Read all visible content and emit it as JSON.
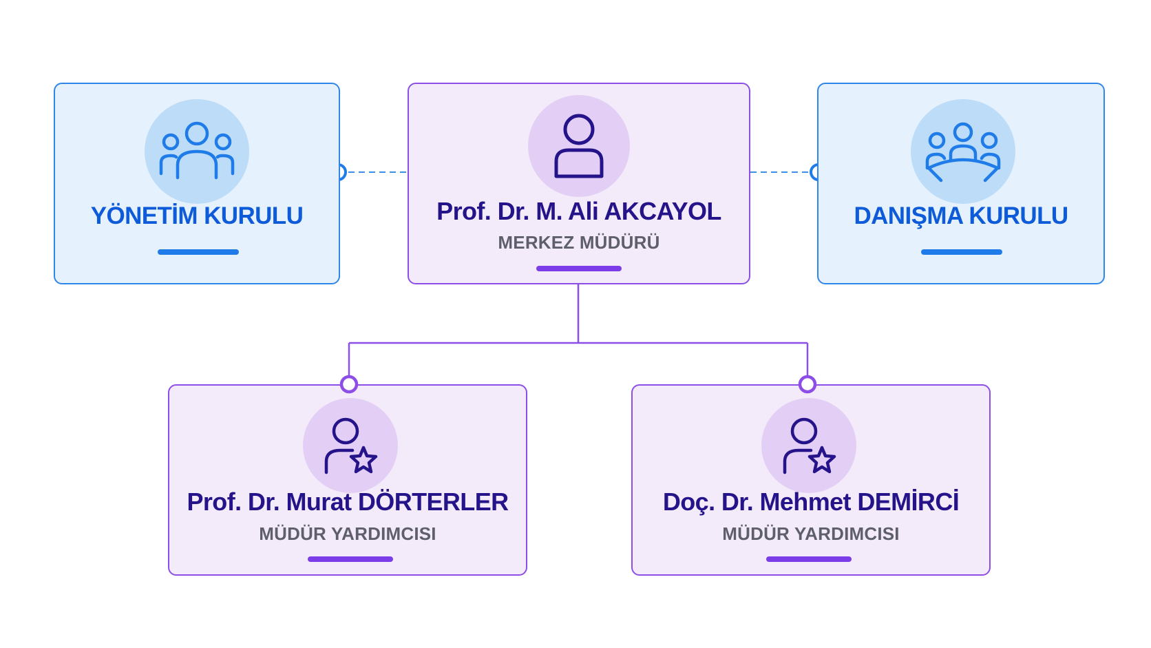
{
  "colors": {
    "blue_accent": "#1e7be8",
    "blue_border": "#2f86ea",
    "blue_fill": "#e5f1fc",
    "blue_text": "#0d5bd8",
    "purple_accent": "#7a3de8",
    "purple_border": "#8c4ee6",
    "purple_fill": "#f3ebfa",
    "name_text": "#25138a",
    "role_text": "#5f5f6b"
  },
  "boards": {
    "management": {
      "label": "YÖNETİM KURULU",
      "icon": "group-icon"
    },
    "advisory": {
      "label": "DANIŞMA KURULU",
      "icon": "meeting-table-icon"
    }
  },
  "director": {
    "name": "Prof. Dr. M. Ali AKCAYOL",
    "role": "MERKEZ MÜDÜRÜ",
    "icon": "user-icon"
  },
  "deputies": [
    {
      "name": "Prof. Dr. Murat DÖRTERLER",
      "role": "MÜDÜR YARDIMCISI",
      "icon": "user-star-icon"
    },
    {
      "name": "Doç. Dr. Mehmet DEMİRCİ",
      "role": "MÜDÜR YARDIMCISI",
      "icon": "user-star-icon"
    }
  ]
}
